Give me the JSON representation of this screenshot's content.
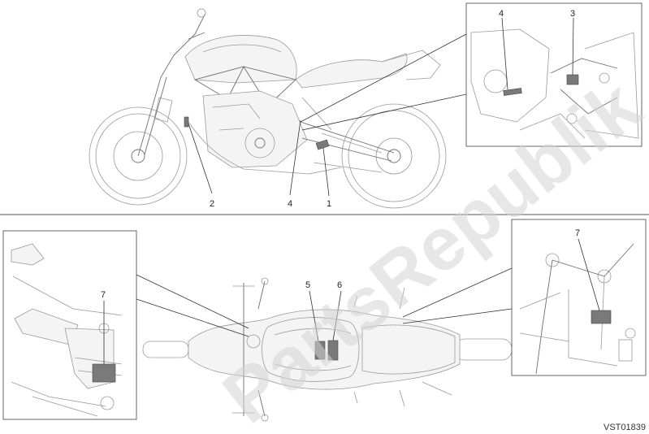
{
  "watermark": "PartsRepublik",
  "diagram_code": "VST01839",
  "callouts": {
    "c2": "2",
    "c4a": "4",
    "c1": "1",
    "c4b": "4",
    "c3": "3",
    "c5": "5",
    "c6": "6",
    "c7a": "7",
    "c7b": "7"
  }
}
